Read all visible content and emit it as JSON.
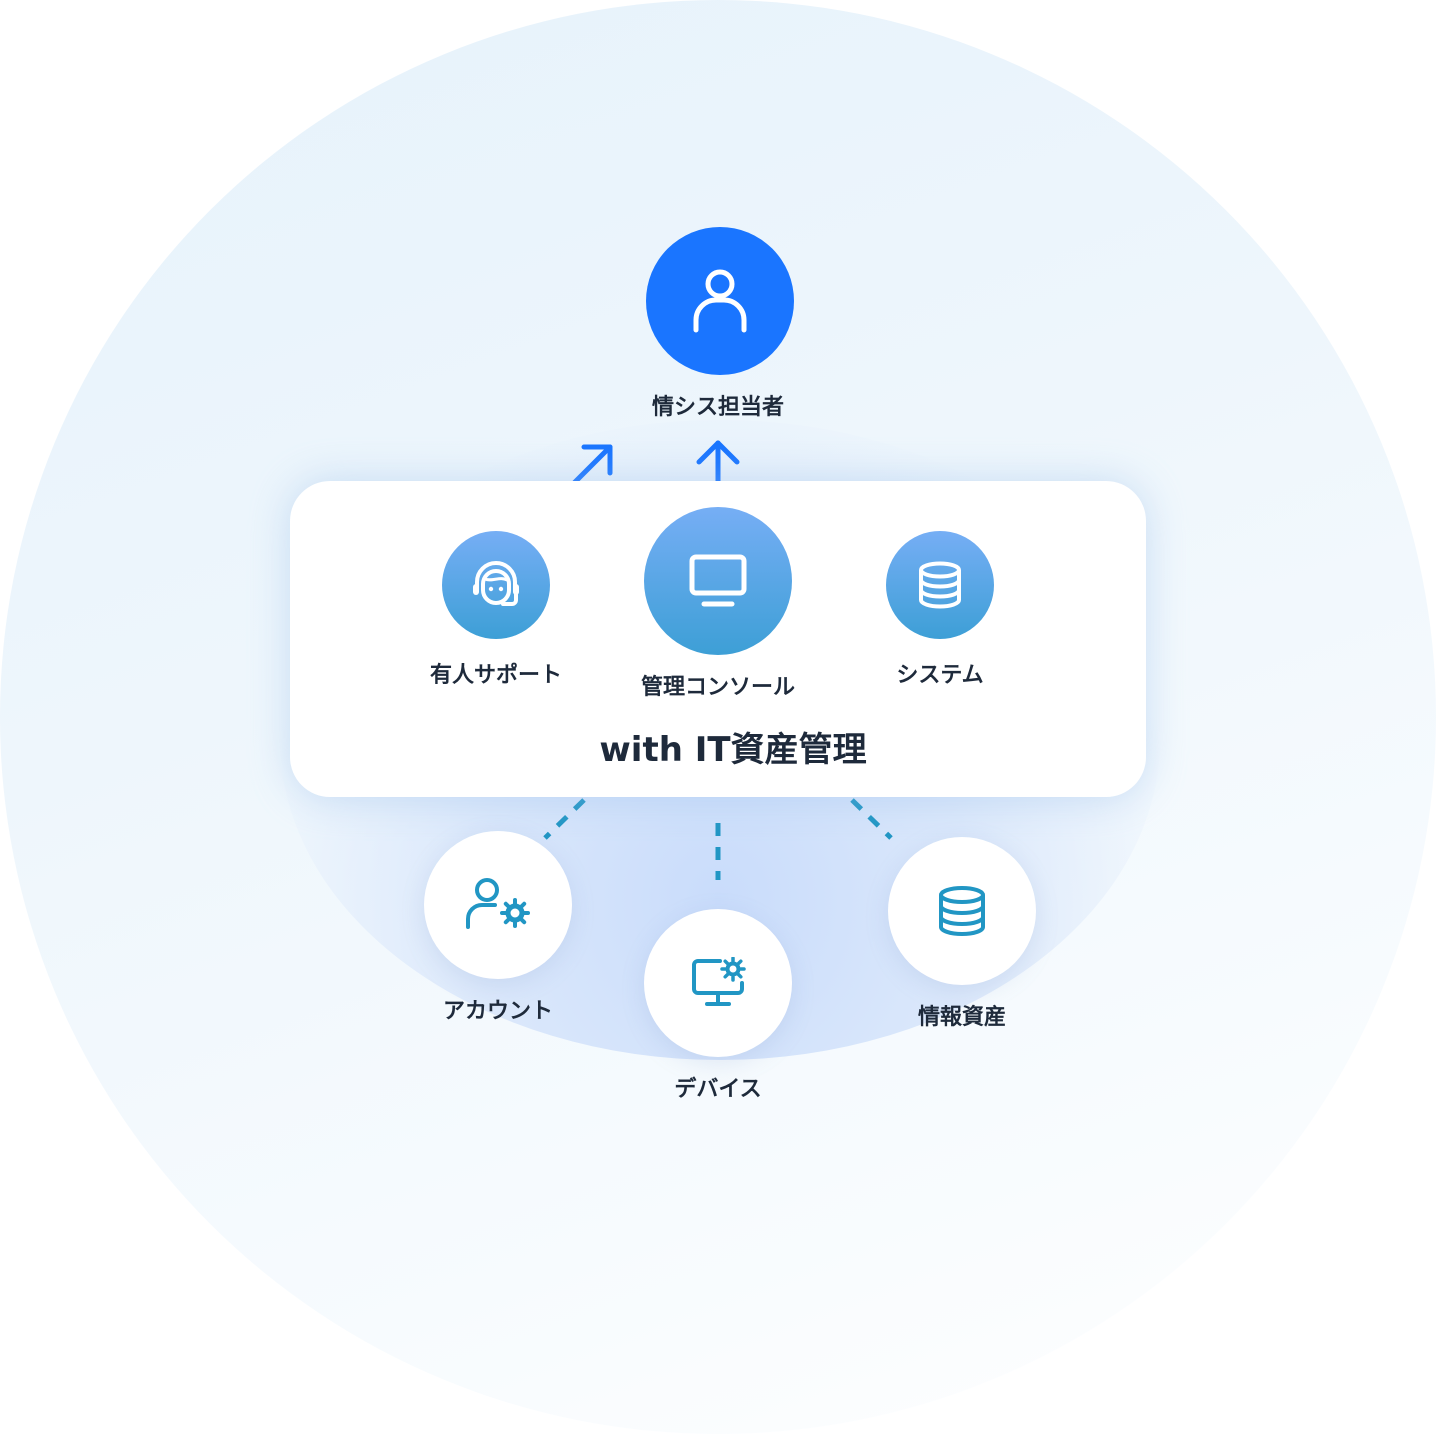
{
  "title": "with IT資産管理",
  "colors": {
    "primary_blue": "#1a75ff",
    "teal_blue": "#2196c4",
    "text_dark": "#1e2a3b"
  },
  "nodes": {
    "admin": {
      "label": "情シス担当者",
      "icon": "user-icon"
    },
    "support": {
      "label": "有人サポート",
      "icon": "headset-support-icon"
    },
    "console": {
      "label": "管理コンソール",
      "icon": "monitor-icon"
    },
    "system": {
      "label": "システム",
      "icon": "database-icon"
    },
    "account": {
      "label": "アカウント",
      "icon": "user-settings-icon"
    },
    "device": {
      "label": "デバイス",
      "icon": "monitor-settings-icon"
    },
    "info_assets": {
      "label": "情報資産",
      "icon": "database-icon"
    }
  }
}
